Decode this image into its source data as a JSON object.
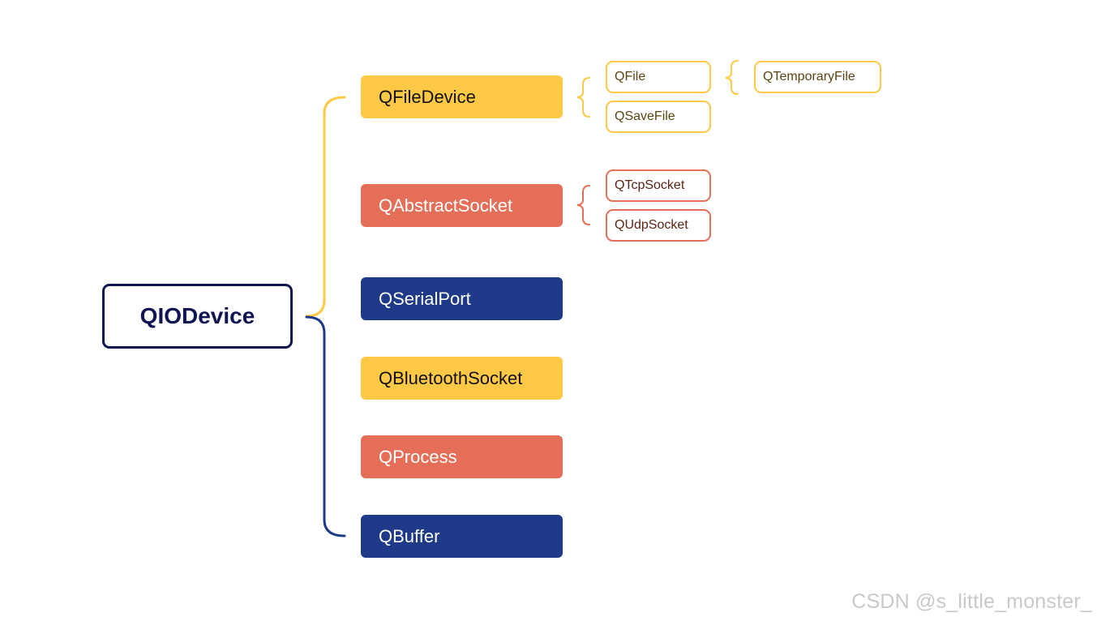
{
  "root": {
    "label": "QIODevice"
  },
  "children": [
    {
      "label": "QFileDevice",
      "color": "#ffc845"
    },
    {
      "label": "QAbstractSocket",
      "color": "#e46e57"
    },
    {
      "label": "QSerialPort",
      "color": "#1f3a88"
    },
    {
      "label": "QBluetoothSocket",
      "color": "#ffc845"
    },
    {
      "label": "QProcess",
      "color": "#e46e57"
    },
    {
      "label": "QBuffer",
      "color": "#1f3a88"
    }
  ],
  "file_device_children": [
    {
      "label": "QFile"
    },
    {
      "label": "QSaveFile"
    }
  ],
  "file_children": [
    {
      "label": "QTemporaryFile"
    }
  ],
  "socket_children": [
    {
      "label": "QTcpSocket"
    },
    {
      "label": "QUdpSocket"
    }
  ],
  "watermark": "CSDN @s_little_monster_",
  "colors": {
    "yellow": "#ffc845",
    "coral": "#e46e57",
    "navy": "#1f3a88",
    "dark_navy": "#0f1452"
  }
}
